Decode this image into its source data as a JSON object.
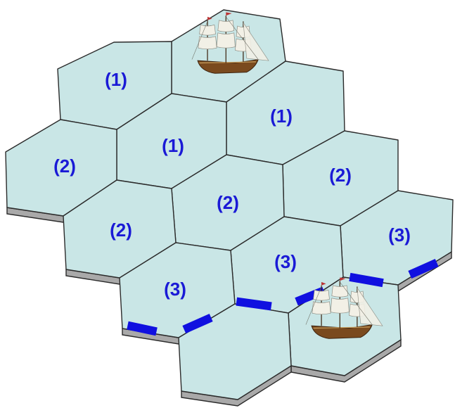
{
  "board": {
    "colors": {
      "hex_fill": "#c9e6e6",
      "hex_stroke": "#2b2b2b",
      "side_fill": "#a9a9a9",
      "label": "#1a1ad6",
      "barrier": "#1010e0",
      "hull": "#7a4a1e",
      "sail": "#f2f0e6"
    },
    "hexes": [
      {
        "id": "top-right-back",
        "label": ""
      },
      {
        "id": "top-left",
        "label": "(1)"
      },
      {
        "id": "upper-right",
        "label": "(1)"
      },
      {
        "id": "center-upper",
        "label": "(1)"
      },
      {
        "id": "left",
        "label": "(2)"
      },
      {
        "id": "right",
        "label": "(2)"
      },
      {
        "id": "center",
        "label": "(2)"
      },
      {
        "id": "lower-left",
        "label": "(2)"
      },
      {
        "id": "far-right",
        "label": "(3)"
      },
      {
        "id": "lower-center-right",
        "label": "(3)"
      },
      {
        "id": "lower-center-left",
        "label": "(3)"
      },
      {
        "id": "bottom-right",
        "label": ""
      },
      {
        "id": "bottom",
        "label": ""
      }
    ],
    "ships": [
      {
        "name": "ship-top"
      },
      {
        "name": "ship-bottom"
      }
    ]
  }
}
